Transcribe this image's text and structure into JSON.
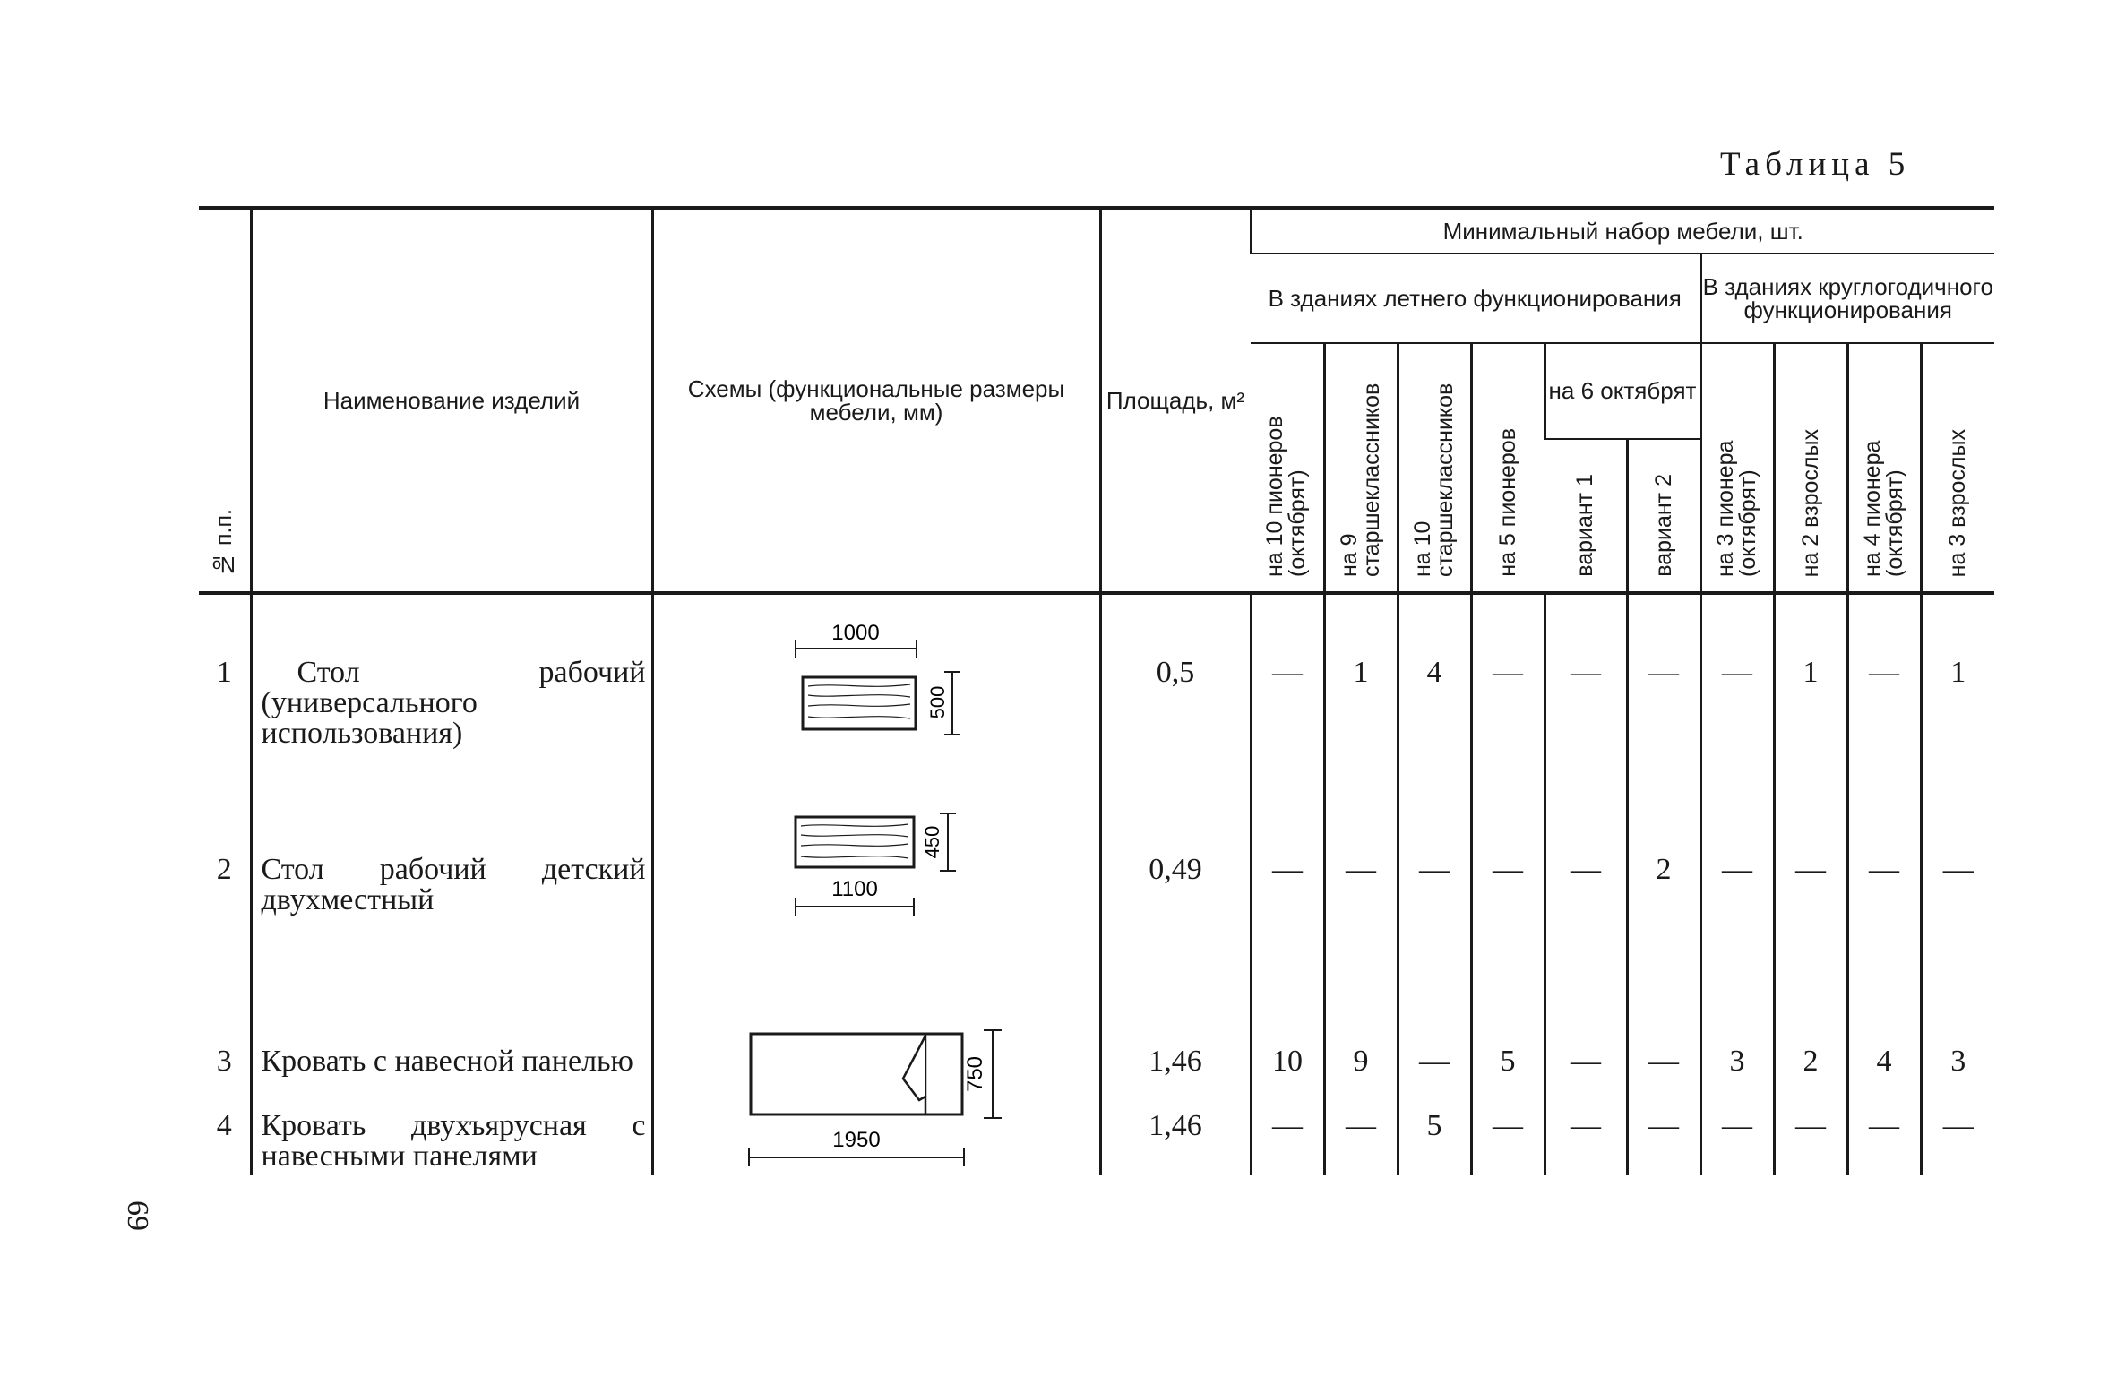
{
  "table_label": "Таблица 5",
  "page_number": "69",
  "headers": {
    "num": "№ п.п.",
    "name": "Наименование изделий",
    "scheme": "Схемы (функциональные размеры мебели, мм)",
    "area": "Площадь, м²",
    "min_set": "Минимальный набор мебели, шт.",
    "summer": "В зданиях летнего функционирования",
    "yearround": "В зданиях круглогодичного функционирования",
    "oct6": "на 6 октябрят",
    "cols": [
      "на 10 пионеров (октябрят)",
      "на 9 старшеклассников",
      "на 10 старшеклассников",
      "на 5 пионеров",
      "вариант 1",
      "вариант 2",
      "на 3 пионера (октябрят)",
      "на 2 взрослых",
      "на 4 пионера (октябрят)",
      "на 3 взрослых"
    ]
  },
  "rows": [
    {
      "num": "1",
      "name": "Стол рабочий (универсального использования)",
      "area": "0,5",
      "vals": [
        "—",
        "1",
        "4",
        "—",
        "—",
        "—",
        "—",
        "1",
        "—",
        "1"
      ]
    },
    {
      "num": "2",
      "name": "Стол рабочий детский двухместный",
      "area": "0,49",
      "vals": [
        "—",
        "—",
        "—",
        "—",
        "—",
        "2",
        "—",
        "—",
        "—",
        "—"
      ]
    },
    {
      "num": "3",
      "name": "Кровать с навесной панелью",
      "area": "1,46",
      "vals": [
        "10",
        "9",
        "—",
        "5",
        "—",
        "—",
        "3",
        "2",
        "4",
        "3"
      ]
    },
    {
      "num": "4",
      "name": "Кровать двухъярусная с навесными панелями",
      "area": "1,46",
      "vals": [
        "—",
        "—",
        "5",
        "—",
        "—",
        "—",
        "—",
        "—",
        "—",
        "—"
      ]
    }
  ],
  "schemes": {
    "table1": {
      "width": "1000",
      "depth": "500"
    },
    "table2": {
      "width": "1100",
      "depth": "450"
    },
    "bed": {
      "length": "1950",
      "width": "750"
    }
  }
}
